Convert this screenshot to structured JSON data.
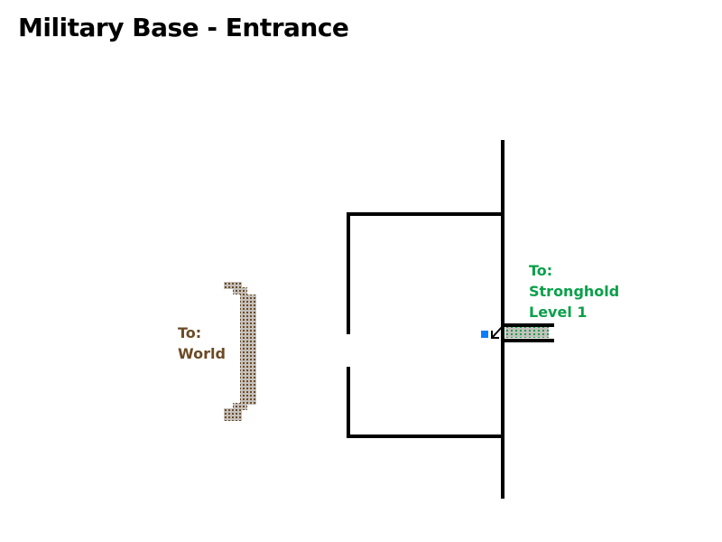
{
  "map": {
    "title": "Military Base - Entrance",
    "exits": [
      {
        "line1": "To:",
        "line2": "World",
        "color": "#6b4a24"
      },
      {
        "line1": "To:",
        "line2": "Stronghold",
        "line3": "Level 1",
        "color": "#0aa04a"
      }
    ]
  },
  "colors": {
    "player": "#0a7cff",
    "walls": "#000000"
  }
}
